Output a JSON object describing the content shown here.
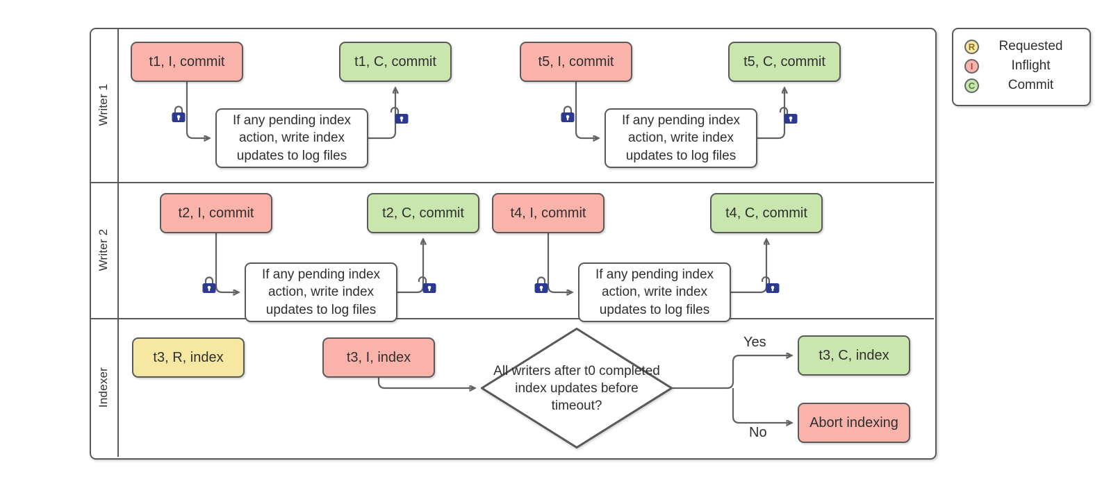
{
  "lanes": [
    {
      "label": "Writer 1"
    },
    {
      "label": "Writer 2"
    },
    {
      "label": "Indexer"
    }
  ],
  "nodes": {
    "t1I": "t1, I, commit",
    "t1C": "t1, C, commit",
    "t5I": "t5, I, commit",
    "t5C": "t5, C, commit",
    "t2I": "t2, I, commit",
    "t2C": "t2, C, commit",
    "t4I": "t4, I, commit",
    "t4C": "t4, C, commit",
    "t3R": "t3, R, index",
    "t3I": "t3, I, index",
    "t3C": "t3, C, index",
    "abort": "Abort indexing",
    "pending_note": "If any pending index action, write index updates to log files"
  },
  "decision": {
    "question": "All writers after t0 completed index updates before timeout?",
    "yes_label": "Yes",
    "no_label": "No"
  },
  "legend": {
    "items": [
      {
        "symbol": "R",
        "label": "Requested"
      },
      {
        "symbol": "I",
        "label": "Inflight"
      },
      {
        "symbol": "C",
        "label": "Commit"
      }
    ]
  },
  "colors": {
    "requested_fill": "#f6e7a3",
    "inflight_fill": "#f9b3ab",
    "commit_fill": "#c9e6af",
    "shape_stroke": "#595959",
    "connector_stroke": "#616161",
    "lock_blue": "#2b3990"
  }
}
